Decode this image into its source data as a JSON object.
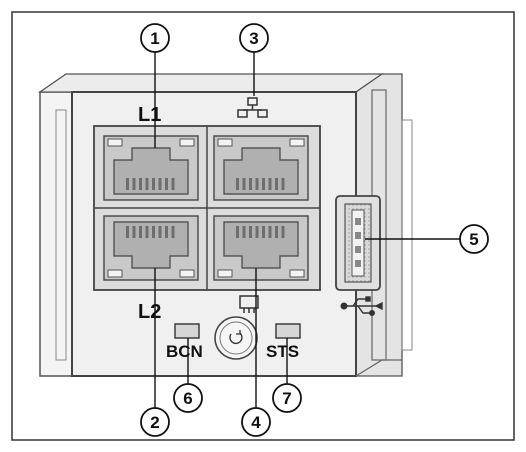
{
  "callouts": [
    {
      "id": 1,
      "label": "1"
    },
    {
      "id": 2,
      "label": "2"
    },
    {
      "id": 3,
      "label": "3"
    },
    {
      "id": 4,
      "label": "4"
    },
    {
      "id": 5,
      "label": "5"
    },
    {
      "id": 6,
      "label": "6"
    },
    {
      "id": 7,
      "label": "7"
    }
  ],
  "labels": {
    "l1": "L1",
    "l2": "L2",
    "bcn": "BCN",
    "sts": "STS"
  },
  "icons": {
    "network_top": "network-port-icon",
    "console": "console-port-icon",
    "usb": "usb-icon",
    "reset": "reset-button-icon"
  },
  "colors": {
    "line": "#111111",
    "panel": "#e6e6e6",
    "port_fill": "#bfbfbf",
    "outline": "#7a7a7a"
  }
}
